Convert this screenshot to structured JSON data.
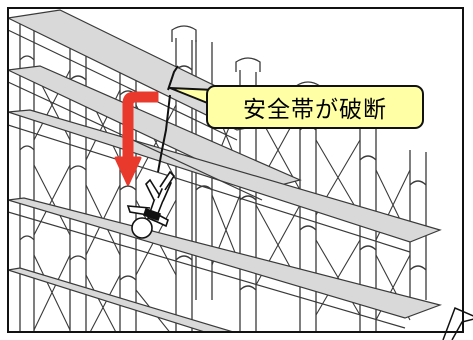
{
  "callout": {
    "text": "安全帯が破断"
  },
  "colors": {
    "callout_fill": "#ffffa6",
    "fall_arrow": "#e8392c",
    "scaffold_line": "#3a3a3a",
    "plank": "#d9d9d9"
  },
  "icons": [
    "fall-arrow-icon",
    "worker-figure",
    "broken-harness-lanyard",
    "next-arrow-icon"
  ]
}
